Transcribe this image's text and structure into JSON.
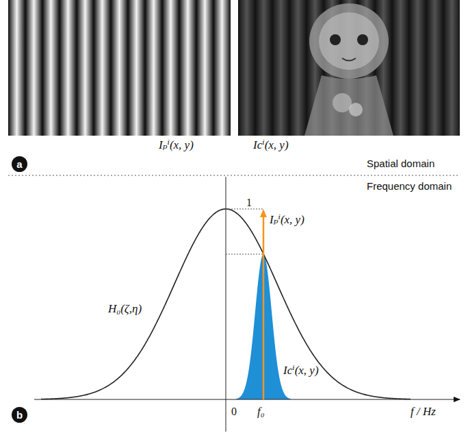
{
  "diagram": {
    "nodes": [
      {
        "text": [
          "a"
        ]
      },
      {
        "text": [
          "b"
        ]
      }
    ],
    "labels": [
      "Iₚⁱ(x, y)",
      "Icⁱ(x, y)",
      "Spatial domain",
      "Frequency domain",
      "1",
      "Iₚⁱ(x, y)",
      "H₀(ζ,η)",
      "Icⁱ(x, y)",
      "0",
      "f₀",
      "f / Hz"
    ]
  }
}
